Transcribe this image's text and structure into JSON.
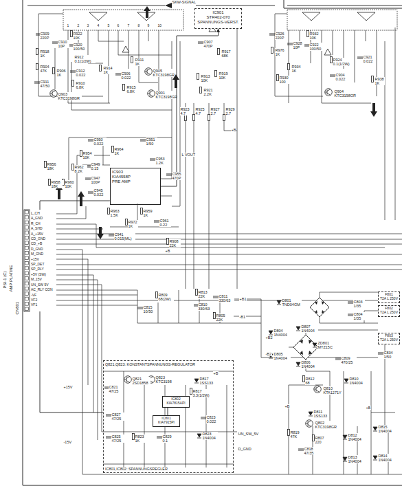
{
  "diagram": {
    "nodes": [
      {
        "text": [
          "L_CH",
          "A_GND",
          "R_CH",
          "A_SHD",
          "A_+15V",
          "CD_GND",
          "CD_+B",
          "D_GND",
          "M_GND",
          "+15V",
          "SP_DET",
          "SP_RLY",
          "+5V (SW)",
          "M_15V",
          "UN_SW 5V",
          "AC_RLY CON",
          "-VF",
          "VF2",
          "VF1"
        ]
      },
      {
        "text": [
          "IC901",
          "STR402-070",
          "SPANNUNGS-VERST."
        ]
      },
      {
        "text": [
          "IC903",
          "KIA4558P",
          "PRE AMP"
        ]
      },
      {
        "text": [
          "Q821,Q823: KONSTANTSPANNUNGS-REGULATOR",
          "IC801,IC802: SPANNUNGSREGLER"
        ]
      },
      {
        "text": [
          "IC802",
          "KIA7815API"
        ],
        "in": 3
      },
      {
        "text": [
          "IC801",
          "KIA7915PI"
        ],
        "in": 3
      },
      {
        "text": [
          "F801",
          "T2A L 250V"
        ]
      },
      {
        "text": [
          "F802",
          "T2A L 250V"
        ]
      },
      {
        "text": [
          "F803",
          "T2A L 250V"
        ]
      }
    ],
    "edges": [
      {
        "from": 0,
        "to": 2,
        "arrow": "none"
      },
      {
        "from": 2,
        "to": 1,
        "arrow": "to"
      },
      {
        "from": 0,
        "to": 3,
        "arrow": "none"
      },
      {
        "from": 4,
        "to": 5,
        "arrow": "none"
      }
    ],
    "labels": [
      "SKW-SIGNAL",
      "1",
      "2",
      "3",
      "4",
      "5",
      "6",
      "7",
      "8",
      "9",
      "10",
      "C909 220P",
      "R918 1K",
      "C910 10P",
      "R922 10K",
      "C920 100/50",
      "R904 47K",
      "R906 1K",
      "C911 47/50",
      "R912 0.1(1/2W)",
      "R914 1K",
      "C912 0.022",
      "R910 6.8K",
      "Q903 KTC3198GR",
      "R911 1K",
      "C906 0.022",
      "R915 6.8K",
      "Q905 KTC3198GR",
      "Q901 KTC3198GR",
      "C907 470P",
      "R917 68K",
      "R913 10K",
      "R919 10K",
      "R921 2.2K",
      "R923 4.7",
      "R925 4.7",
      "R927 2.7",
      "R929 2.7",
      "L VOUT",
      "+B",
      "C926 220P",
      "R976 1K",
      "C928 10P",
      "R932 10K",
      "C922 100/50",
      "R934 1K",
      "R924 0.1(1/2W)",
      "C904 0.022",
      "Q904 KTC3198GR",
      "C921 0.022",
      "R938 1K",
      "R930 100",
      "C950 0.022",
      "R954 10K",
      "R962 8.2K",
      "C949 0.15",
      "C947 100P",
      "R956 18K",
      "R958 18K",
      "R960 10K",
      "C945 0.022",
      "R964 1K",
      "C951 1/50",
      "C953 1.2K",
      "C955 470P",
      "R963 1.5K",
      "R959 1K",
      "C961 0.22",
      "R972 1K",
      "C941 0.015(ML)",
      "R908 22K",
      "+B",
      "R809 68(2W)",
      "C815 10/50",
      "R813 22K",
      "C810 330/63",
      "C811 330/63",
      "R805 22K",
      "+B1",
      "-B1",
      "D801 TND04GM",
      "C803 1/35",
      "C804 1/35",
      "+B2",
      "-B2",
      "D804 1N4004",
      "D805 1N4004",
      "D807 1N4004",
      "D806 1N4004",
      "ZD801 MTZ15C",
      "C809 470/25",
      "C834 1/50",
      "Q810 KTA1271Y",
      "R812 68",
      "D810 1N4004",
      "D811 1SS133",
      "Q802 KTC3198GR",
      "R819 47K",
      "R807 220",
      "C818 47/35",
      "D812 1N4004",
      "D813 1N4004",
      "D815 1N4004",
      "D814 1N4004",
      "UN_SW_5V",
      "D_GND",
      "+B",
      "+B",
      "Q821 2SD1858",
      "Q823 KTC3198",
      "D817 1SS133",
      "R817 3.3(1/2W)",
      "C821 47/25",
      "C827 47/25",
      "C825 47/25",
      "R823 1K",
      "C829 0.1",
      "C823 0.022",
      "D823 1N4004",
      "+15V",
      "-15V",
      "+B",
      "PSI-1 (C)",
      "AMP PLATINE",
      "CN801"
    ]
  }
}
